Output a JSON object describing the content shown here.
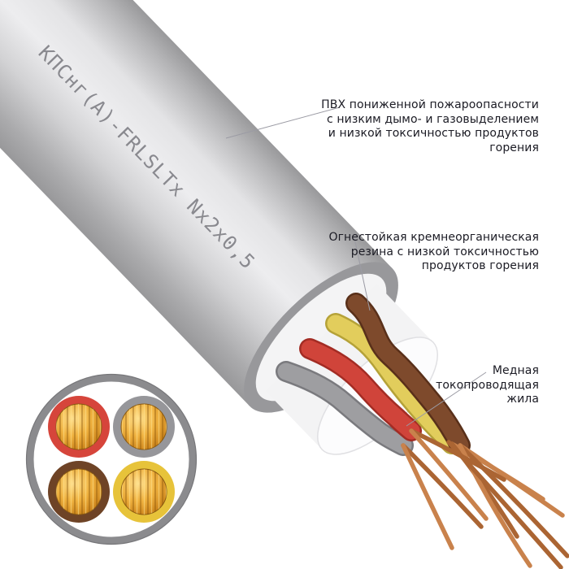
{
  "cable": {
    "marking": "КПСнг(А)-FRLSLTx Nx2x0,5",
    "colors": {
      "jacket": "#c9c9cb",
      "marking_text": "#84848a",
      "wire_yellow": "#e2cd5c",
      "wire_brown": "#7e4a2c",
      "wire_red": "#d0443a",
      "wire_gray": "#9e9ea1",
      "copper": "#c9824c",
      "copper_dark": "#ab6533",
      "leader_line": "#9b9ba4",
      "annotation_text": "#1b1b24"
    }
  },
  "annotations": [
    {
      "target": "outer-jacket",
      "text": "ПВХ пониженной пожароопасности\nс низким дымо- и газовыделением\nи низкой токсичностью продуктов\nгорения"
    },
    {
      "target": "wire-insulation",
      "text": "Огнестойкая кремнеорганическая\nрезина с низкой токсичностью\nпродуктов горения"
    },
    {
      "target": "conductor",
      "text": "Медная\nтокопроводящая\nжила"
    }
  ],
  "cross_section": {
    "wires": [
      {
        "position": "top-left",
        "insulation_color": "#d6453b"
      },
      {
        "position": "top-right",
        "insulation_color": "#96969a"
      },
      {
        "position": "bottom-left",
        "insulation_color": "#6e4326"
      },
      {
        "position": "bottom-right",
        "insulation_color": "#e7c33a"
      }
    ]
  }
}
